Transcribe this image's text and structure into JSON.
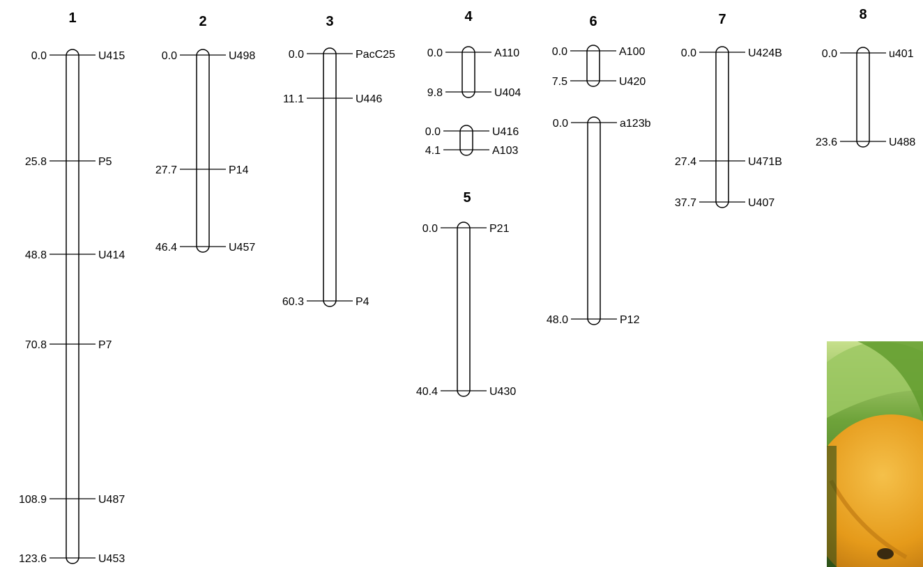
{
  "linkage_groups": [
    {
      "id": "lg-1",
      "title": "1",
      "segments": [
        {
          "id": "lg1-s1",
          "markers": [
            {
              "pos": "0.0",
              "name": "U415"
            },
            {
              "pos": "25.8",
              "name": "P5"
            },
            {
              "pos": "48.8",
              "name": "U414"
            },
            {
              "pos": "70.8",
              "name": "P7"
            },
            {
              "pos": "108.9",
              "name": "U487"
            },
            {
              "pos": "123.6",
              "name": "U453"
            }
          ]
        }
      ]
    },
    {
      "id": "lg-2",
      "title": "2",
      "segments": [
        {
          "id": "lg2-s1",
          "markers": [
            {
              "pos": "0.0",
              "name": "U498"
            },
            {
              "pos": "27.7",
              "name": "P14"
            },
            {
              "pos": "46.4",
              "name": "U457"
            }
          ]
        }
      ]
    },
    {
      "id": "lg-3",
      "title": "3",
      "segments": [
        {
          "id": "lg3-s1",
          "markers": [
            {
              "pos": "0.0",
              "name": "PacC25"
            },
            {
              "pos": "11.1",
              "name": "U446"
            },
            {
              "pos": "60.3",
              "name": "P4"
            }
          ]
        }
      ]
    },
    {
      "id": "lg-4",
      "title": "4",
      "segments": [
        {
          "id": "lg4-s1",
          "markers": [
            {
              "pos": "0.0",
              "name": "A110"
            },
            {
              "pos": "9.8",
              "name": "U404"
            }
          ]
        },
        {
          "id": "lg4-s2",
          "markers": [
            {
              "pos": "0.0",
              "name": "U416"
            },
            {
              "pos": "4.1",
              "name": "A103"
            }
          ]
        }
      ]
    },
    {
      "id": "lg-5",
      "title": "5",
      "segments": [
        {
          "id": "lg5-s1",
          "markers": [
            {
              "pos": "0.0",
              "name": "P21"
            },
            {
              "pos": "40.4",
              "name": "U430"
            }
          ]
        }
      ]
    },
    {
      "id": "lg-6",
      "title": "6",
      "segments": [
        {
          "id": "lg6-s1",
          "markers": [
            {
              "pos": "0.0",
              "name": "A100"
            },
            {
              "pos": "7.5",
              "name": "U420"
            }
          ]
        },
        {
          "id": "lg6-s2",
          "markers": [
            {
              "pos": "0.0",
              "name": "a123b"
            },
            {
              "pos": "48.0",
              "name": "P12"
            }
          ]
        }
      ]
    },
    {
      "id": "lg-7",
      "title": "7",
      "segments": [
        {
          "id": "lg7-s1",
          "markers": [
            {
              "pos": "0.0",
              "name": "U424B"
            },
            {
              "pos": "27.4",
              "name": "U471B"
            },
            {
              "pos": "37.7",
              "name": "U407"
            }
          ]
        }
      ]
    },
    {
      "id": "lg-8",
      "title": "8",
      "segments": [
        {
          "id": "lg8-s1",
          "markers": [
            {
              "pos": "0.0",
              "name": "u401"
            },
            {
              "pos": "23.6",
              "name": "U488"
            }
          ]
        }
      ]
    }
  ],
  "photo": {
    "subject": "orange fruit with green leaves",
    "colors": {
      "leaf": "#7fb845",
      "leaf_dark": "#3e7a22",
      "fruit": "#e9a21f",
      "fruit_dark": "#b7700f"
    }
  }
}
